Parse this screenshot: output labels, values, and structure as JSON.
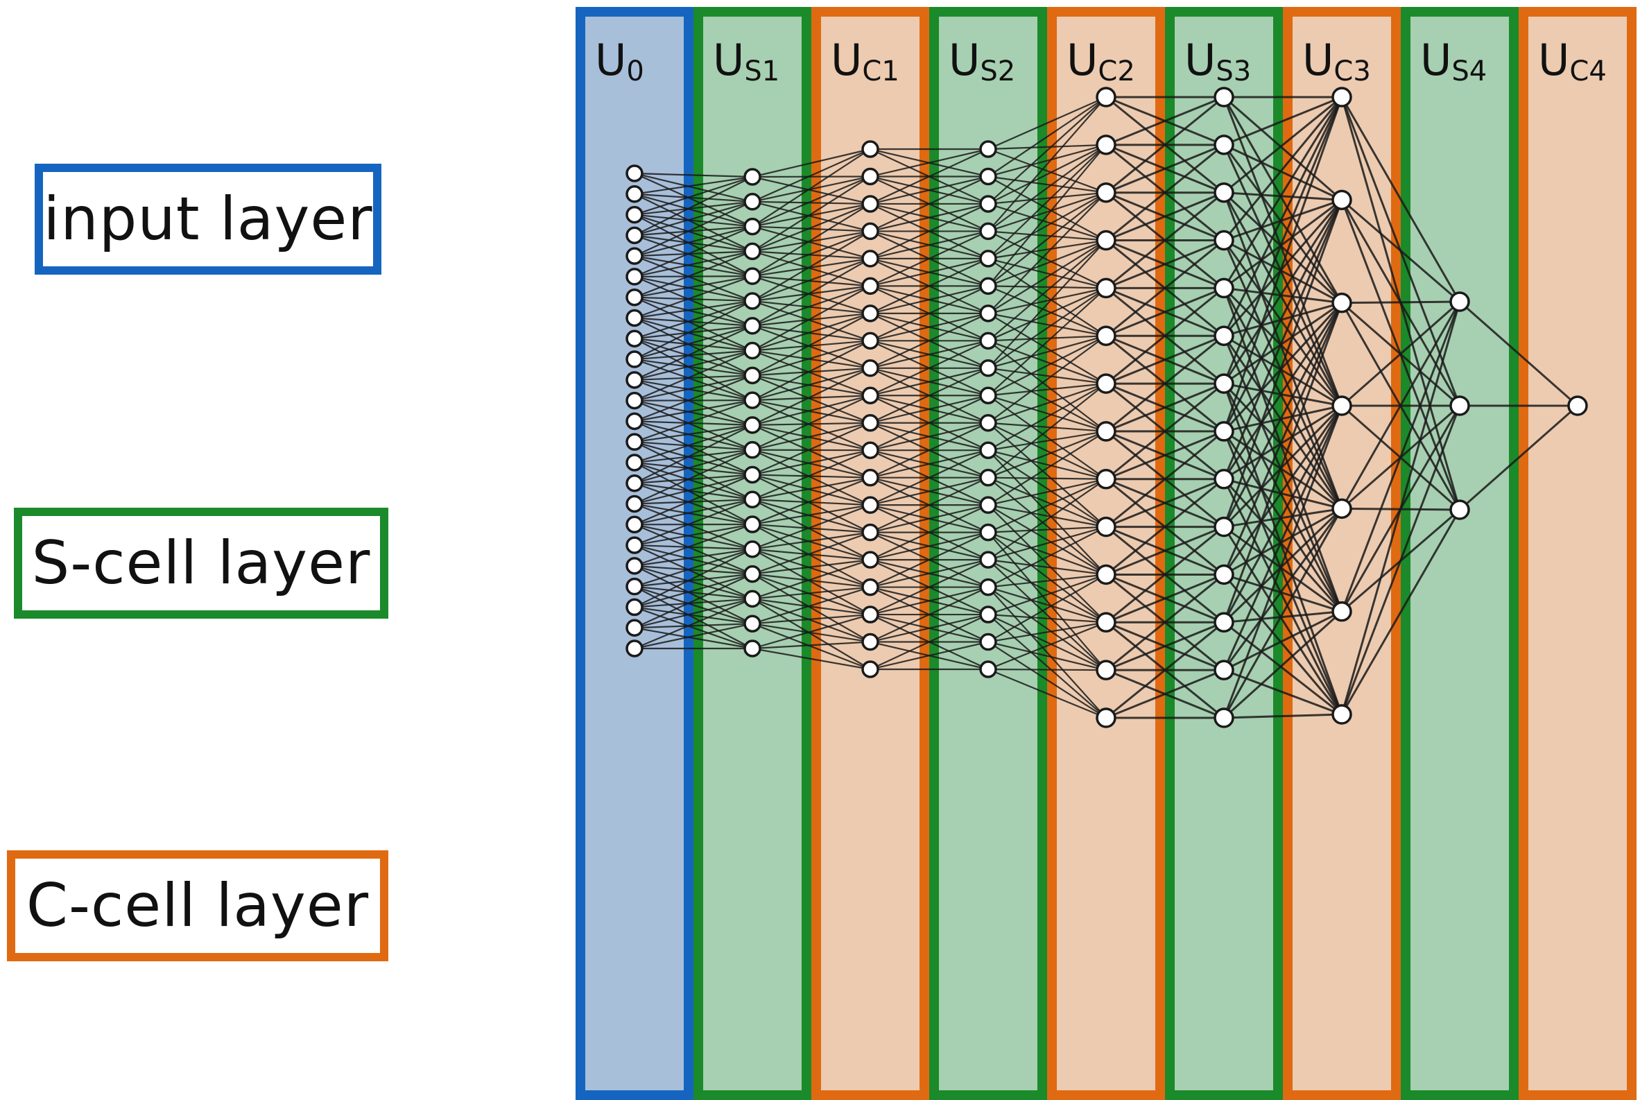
{
  "legend": {
    "input": {
      "label": "input layer",
      "color": "#1565c0"
    },
    "s_cell": {
      "label": "S-cell layer",
      "color": "#1b8a2a"
    },
    "c_cell": {
      "label": "C-cell layer",
      "color": "#e06a12"
    }
  },
  "colors": {
    "input_fill": "#a8bfda",
    "s_fill": "#a7cfb1",
    "c_fill": "#eccbb0",
    "ink": "#1a1a1a"
  },
  "layers": [
    {
      "kind": "input",
      "main": "U",
      "sub": "0",
      "nodes": 24
    },
    {
      "kind": "s",
      "main": "U",
      "sub": "S1",
      "nodes": 20
    },
    {
      "kind": "c",
      "main": "U",
      "sub": "C1",
      "nodes": 20
    },
    {
      "kind": "s",
      "main": "U",
      "sub": "S2",
      "nodes": 20
    },
    {
      "kind": "c",
      "main": "U",
      "sub": "C2",
      "nodes": 14
    },
    {
      "kind": "s",
      "main": "U",
      "sub": "S3",
      "nodes": 14
    },
    {
      "kind": "c",
      "main": "U",
      "sub": "C3",
      "nodes": 7
    },
    {
      "kind": "s",
      "main": "U",
      "sub": "S4",
      "nodes": 3
    },
    {
      "kind": "c",
      "main": "U",
      "sub": "C4",
      "nodes": 1
    }
  ]
}
